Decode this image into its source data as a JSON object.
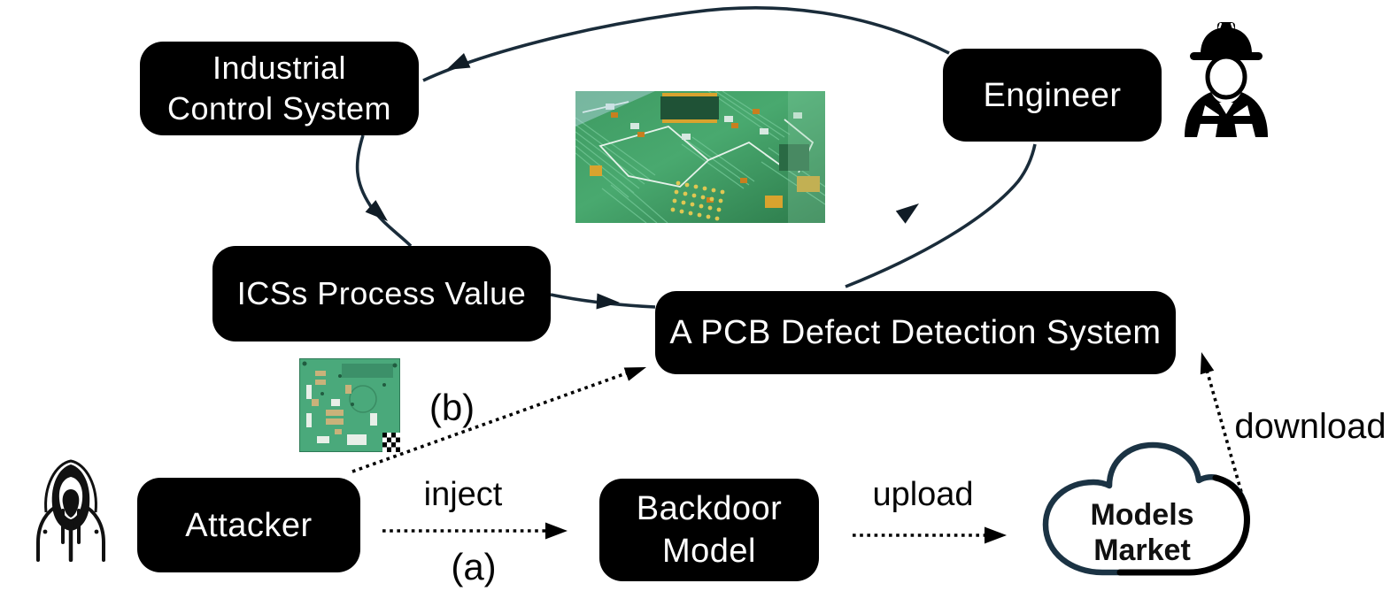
{
  "diagram": {
    "title_hint": "Backdoor attack threat model on a PCB defect detection system",
    "nodes": {
      "industrial_control_system": {
        "label": "Industrial\nControl System"
      },
      "engineer": {
        "label": "Engineer"
      },
      "icss_process_value": {
        "label": "ICSs Process Value"
      },
      "pcb_defect_detection": {
        "label": "A PCB Defect Detection System"
      },
      "attacker": {
        "label": "Attacker"
      },
      "backdoor_model": {
        "label": "Backdoor\nModel"
      },
      "models_market": {
        "label": "Models\nMarket"
      }
    },
    "edge_labels": {
      "inject": "inject",
      "step_a": "(a)",
      "step_b": "(b)",
      "upload": "upload",
      "download": "download"
    },
    "icons": {
      "attacker": "hooded-hacker-icon",
      "engineer": "construction-worker-hard-hat-icon",
      "models_market": "cloud-shape"
    },
    "images": {
      "pcb_photo": "green-pcb-circuit-closeup",
      "trigger_board": "pcb-board-with-checkerboard-trigger-patch"
    },
    "colors": {
      "node_bg": "#000000",
      "node_text": "#ffffff",
      "cycle_arrow": "#1a2c3a",
      "dotted_arrow": "#000000",
      "label_text": "#050505",
      "pcb_green": "#3f9a63",
      "pcb_green_light": "#4aa97b",
      "pcb_gold": "#dcc050",
      "cloud_stroke_navy": "#1b3344",
      "cloud_stroke_black": "#000000"
    }
  }
}
